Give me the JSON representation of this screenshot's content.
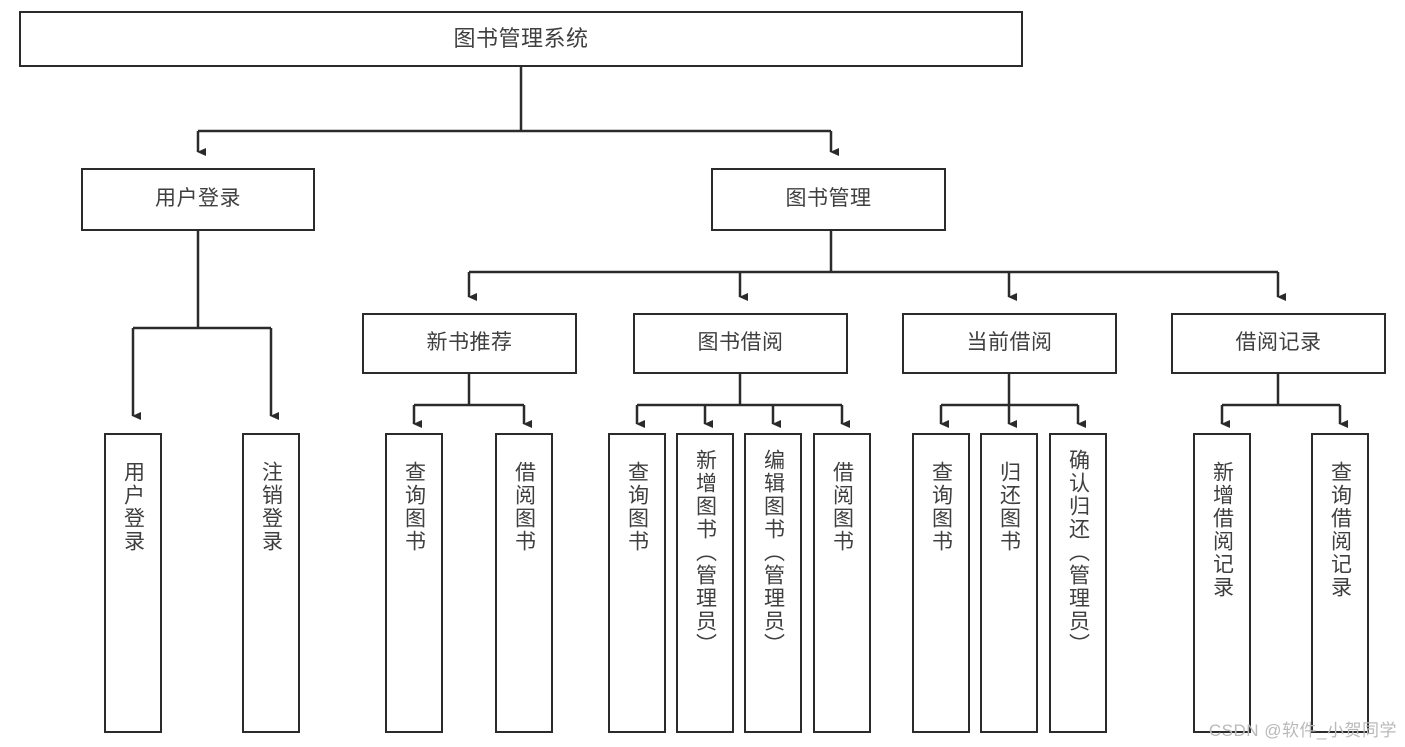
{
  "diagram": {
    "type": "tree",
    "orientation": "top-down",
    "title": "图书管理系统",
    "line_color": "#2b2b2b",
    "text_color": "#3f3f3f",
    "background_color": "#ffffff",
    "root": {
      "label": "图书管理系统"
    },
    "level2": [
      {
        "label": "用户登录"
      },
      {
        "label": "图书管理"
      }
    ],
    "level3": [
      {
        "label": "新书推荐"
      },
      {
        "label": "图书借阅"
      },
      {
        "label": "当前借阅"
      },
      {
        "label": "借阅记录"
      }
    ],
    "leaves": {
      "user_login": [
        {
          "label": "用户登录"
        },
        {
          "label": "注销登录"
        }
      ],
      "new_book_recommend": [
        {
          "label": "查询图书"
        },
        {
          "label": "借阅图书"
        }
      ],
      "book_borrow": [
        {
          "label": "查询图书"
        },
        {
          "label": "新增图书（管理员）"
        },
        {
          "label": "编辑图书（管理员）"
        },
        {
          "label": "借阅图书"
        }
      ],
      "current_borrow": [
        {
          "label": "查询图书"
        },
        {
          "label": "归还图书"
        },
        {
          "label": "确认归还（管理员）"
        }
      ],
      "borrow_record": [
        {
          "label": "新增借阅记录"
        },
        {
          "label": "查询借阅记录"
        }
      ]
    }
  },
  "watermark": {
    "text": "CSDN @软件_小贺同学"
  }
}
